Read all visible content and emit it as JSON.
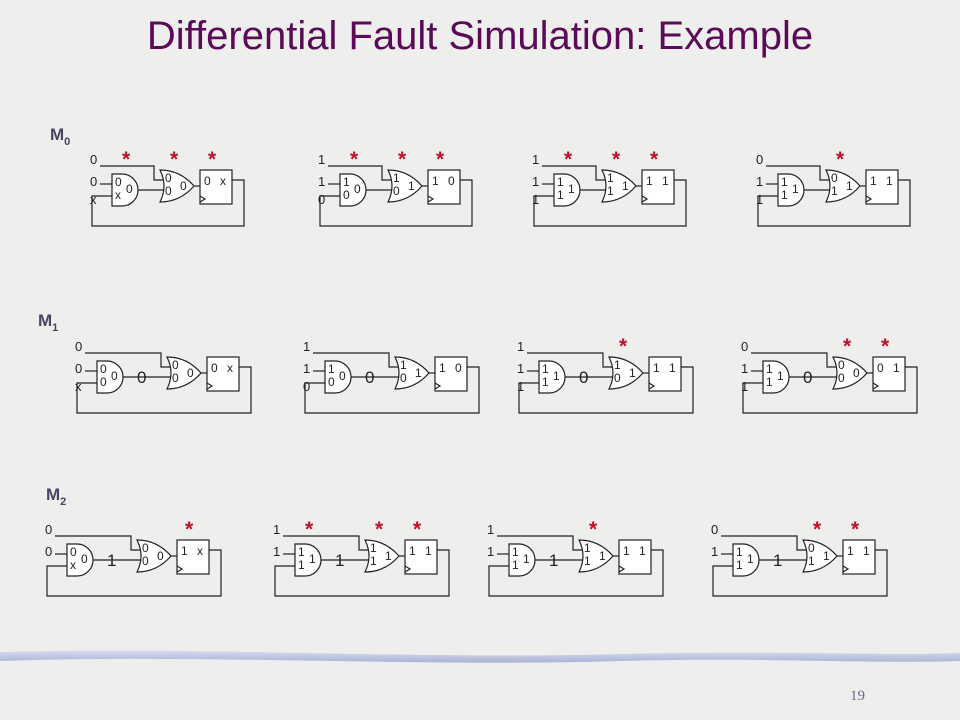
{
  "title": "Differential Fault Simulation: Example",
  "page_number": "19",
  "colors": {
    "title": "#5a0a57",
    "star": "#c0102a",
    "label": "#454560",
    "background": "#eeeeed"
  },
  "rows": [
    {
      "label": {
        "main": "M",
        "sub": "0"
      },
      "frames": [
        {
          "inputs": [
            "0",
            "0",
            "x"
          ],
          "and_in": [
            "0",
            "x"
          ],
          "and_out": "0",
          "or_in": [
            "0",
            "0"
          ],
          "or_out": "0",
          "ff": [
            "0",
            "x"
          ],
          "mid": "",
          "stars": [
            1,
            1,
            1
          ]
        },
        {
          "inputs": [
            "1",
            "1",
            "0"
          ],
          "and_in": [
            "1",
            "0"
          ],
          "and_out": "0",
          "or_in": [
            "1",
            "0"
          ],
          "or_out": "1",
          "ff": [
            "1",
            "0"
          ],
          "mid": "",
          "stars": [
            1,
            1,
            1
          ]
        },
        {
          "inputs": [
            "1",
            "1",
            "1"
          ],
          "and_in": [
            "1",
            "1"
          ],
          "and_out": "1",
          "or_in": [
            "1",
            "1"
          ],
          "or_out": "1",
          "ff": [
            "1",
            "1"
          ],
          "mid": "",
          "stars": [
            1,
            1,
            1
          ]
        },
        {
          "inputs": [
            "0",
            "1",
            "1"
          ],
          "and_in": [
            "1",
            "1"
          ],
          "and_out": "1",
          "or_in": [
            "0",
            "1"
          ],
          "or_out": "1",
          "ff": [
            "1",
            "1"
          ],
          "mid": "",
          "stars": [
            0,
            1,
            0
          ]
        }
      ]
    },
    {
      "label": {
        "main": "M",
        "sub": "1"
      },
      "frames": [
        {
          "inputs": [
            "0",
            "0",
            "x"
          ],
          "and_in": [
            "0",
            "0"
          ],
          "and_out": "0",
          "or_in": [
            "0",
            "0"
          ],
          "or_out": "0",
          "ff": [
            "0",
            "x"
          ],
          "mid": "0",
          "stars": [
            0,
            0,
            0
          ]
        },
        {
          "inputs": [
            "1",
            "1",
            "0"
          ],
          "and_in": [
            "1",
            "0"
          ],
          "and_out": "0",
          "or_in": [
            "1",
            "0"
          ],
          "or_out": "1",
          "ff": [
            "1",
            "0"
          ],
          "mid": "0",
          "stars": [
            0,
            0,
            0
          ]
        },
        {
          "inputs": [
            "1",
            "1",
            "1"
          ],
          "and_in": [
            "1",
            "1"
          ],
          "and_out": "1",
          "or_in": [
            "1",
            "0"
          ],
          "or_out": "1",
          "ff": [
            "1",
            "1"
          ],
          "mid": "0",
          "stars": [
            0,
            1,
            0
          ]
        },
        {
          "inputs": [
            "0",
            "1",
            "1"
          ],
          "and_in": [
            "1",
            "1"
          ],
          "and_out": "1",
          "or_in": [
            "0",
            "0"
          ],
          "or_out": "0",
          "ff": [
            "0",
            "1"
          ],
          "mid": "0",
          "stars": [
            0,
            1,
            1
          ]
        }
      ]
    },
    {
      "label": {
        "main": "M",
        "sub": "2"
      },
      "frames": [
        {
          "inputs": [
            "0",
            "0",
            ""
          ],
          "and_in": [
            "0",
            "x"
          ],
          "and_out": "0",
          "or_in": [
            "0",
            "0"
          ],
          "or_out": "0",
          "ff": [
            "1",
            "x"
          ],
          "mid": "1",
          "stars": [
            0,
            0,
            1
          ]
        },
        {
          "inputs": [
            "1",
            "1",
            ""
          ],
          "and_in": [
            "1",
            "1"
          ],
          "and_out": "1",
          "or_in": [
            "1",
            "1"
          ],
          "or_out": "1",
          "ff": [
            "1",
            "1"
          ],
          "mid": "1",
          "stars": [
            1,
            1,
            1
          ]
        },
        {
          "inputs": [
            "1",
            "1",
            ""
          ],
          "and_in": [
            "1",
            "1"
          ],
          "and_out": "1",
          "or_in": [
            "1",
            "1"
          ],
          "or_out": "1",
          "ff": [
            "1",
            "1"
          ],
          "mid": "1",
          "stars": [
            0,
            1,
            0
          ]
        },
        {
          "inputs": [
            "0",
            "1",
            ""
          ],
          "and_in": [
            "1",
            "1"
          ],
          "and_out": "1",
          "or_in": [
            "0",
            "1"
          ],
          "or_out": "1",
          "ff": [
            "1",
            "1"
          ],
          "mid": "1",
          "stars": [
            0,
            1,
            1
          ]
        }
      ]
    }
  ]
}
